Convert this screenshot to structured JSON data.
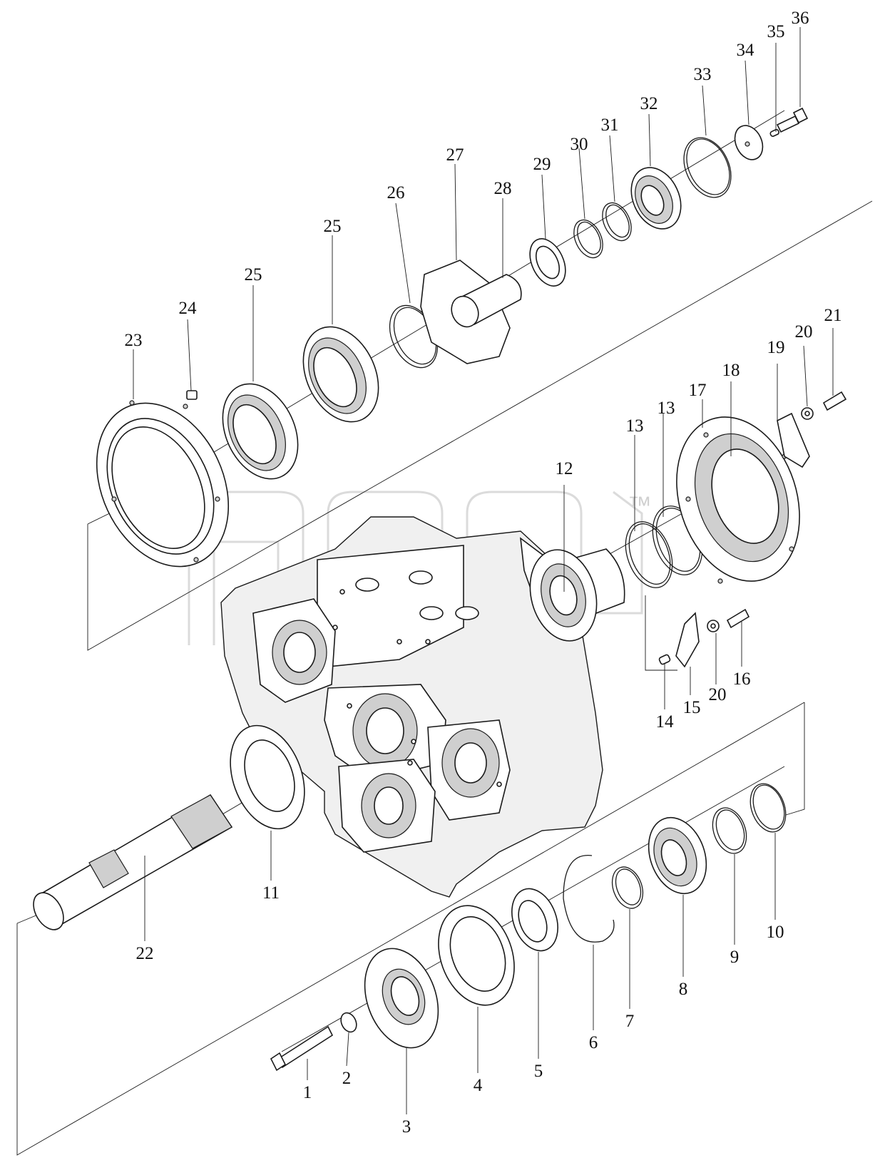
{
  "diagram": {
    "callouts": [
      {
        "id": "c1",
        "label": "1"
      },
      {
        "id": "c2",
        "label": "2"
      },
      {
        "id": "c3",
        "label": "3"
      },
      {
        "id": "c4",
        "label": "4"
      },
      {
        "id": "c5",
        "label": "5"
      },
      {
        "id": "c6",
        "label": "6"
      },
      {
        "id": "c7",
        "label": "7"
      },
      {
        "id": "c8",
        "label": "8"
      },
      {
        "id": "c9",
        "label": "9"
      },
      {
        "id": "c10",
        "label": "10"
      },
      {
        "id": "c11",
        "label": "11"
      },
      {
        "id": "c12",
        "label": "12"
      },
      {
        "id": "c13a",
        "label": "13"
      },
      {
        "id": "c13b",
        "label": "13"
      },
      {
        "id": "c14",
        "label": "14"
      },
      {
        "id": "c15",
        "label": "15"
      },
      {
        "id": "c16",
        "label": "16"
      },
      {
        "id": "c17",
        "label": "17"
      },
      {
        "id": "c18",
        "label": "18"
      },
      {
        "id": "c19",
        "label": "19"
      },
      {
        "id": "c20a",
        "label": "20"
      },
      {
        "id": "c20b",
        "label": "20"
      },
      {
        "id": "c21",
        "label": "21"
      },
      {
        "id": "c22",
        "label": "22"
      },
      {
        "id": "c23",
        "label": "23"
      },
      {
        "id": "c24",
        "label": "24"
      },
      {
        "id": "c25a",
        "label": "25"
      },
      {
        "id": "c25b",
        "label": "25"
      },
      {
        "id": "c26",
        "label": "26"
      },
      {
        "id": "c27",
        "label": "27"
      },
      {
        "id": "c28",
        "label": "28"
      },
      {
        "id": "c29",
        "label": "29"
      },
      {
        "id": "c30",
        "label": "30"
      },
      {
        "id": "c31",
        "label": "31"
      },
      {
        "id": "c32",
        "label": "32"
      },
      {
        "id": "c33",
        "label": "33"
      },
      {
        "id": "c34",
        "label": "34"
      },
      {
        "id": "c35",
        "label": "35"
      },
      {
        "id": "c36",
        "label": "36"
      }
    ],
    "watermark": {
      "trademark": "™"
    }
  }
}
